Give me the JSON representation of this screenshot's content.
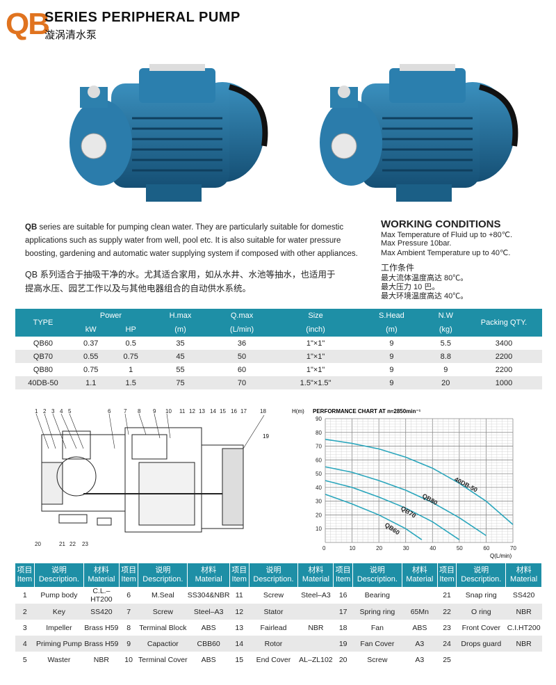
{
  "header": {
    "logo": "QB",
    "series": "SERIES PERIPHERAL PUMP",
    "cn_title": "漩涡清水泵"
  },
  "description": {
    "en_lead": "QB",
    "en_lines": [
      " series are suitable for pumping clean water. They are particularly suitable for domestic",
      "applications such as supply water from well, pool etc. It is also suitable for water pressure",
      "boosting, gardening and automatic water supplying system if composed with other appliances."
    ],
    "cn_lines": [
      "QB 系列适合于抽吸干净的水。尤其适合家用，如从水井、水池等抽水，也适用于",
      "提高水压、园艺工作以及与其他电器组合的自动供水系统。"
    ]
  },
  "working_conditions": {
    "title": "WORKING CONDITIONS",
    "lines": [
      "Max Temperature of Fluid up to +80℃.",
      "Max Pressure 10bar.",
      "Max Ambient Temperature up to 40℃."
    ],
    "cn_title": "工作条件",
    "cn_lines": [
      "最大流体温度高达 80℃。",
      "最大压力 10 巴。",
      "最大环境温度高达 40℃。"
    ]
  },
  "spec_table": {
    "headers": {
      "type": "TYPE",
      "power": "Power",
      "kw": "kW",
      "hp": "HP",
      "hmax": "H.max",
      "hmax_unit": "(m)",
      "qmax": "Q.max",
      "qmax_unit": "(L/min)",
      "size": "Size",
      "size_unit": "(inch)",
      "shead": "S.Head",
      "shead_unit": "(m)",
      "nw": "N.W",
      "nw_unit": "(kg)",
      "packing": "Packing QTY."
    },
    "rows": [
      [
        "QB60",
        "0.37",
        "0.5",
        "35",
        "36",
        "1\"×1\"",
        "9",
        "5.5",
        "3400"
      ],
      [
        "QB70",
        "0.55",
        "0.75",
        "45",
        "50",
        "1\"×1\"",
        "9",
        "8.8",
        "2200"
      ],
      [
        "QB80",
        "0.75",
        "1",
        "55",
        "60",
        "1\"×1\"",
        "9",
        "9",
        "2200"
      ],
      [
        "40DB-50",
        "1.1",
        "1.5",
        "75",
        "70",
        "1.5\"×1.5\"",
        "9",
        "20",
        "1000"
      ]
    ]
  },
  "diagram": {
    "top_numbers": [
      "1",
      "2",
      "3",
      "4",
      "5",
      "6",
      "7",
      "8",
      "9",
      "10",
      "11",
      "12",
      "13",
      "14",
      "15",
      "16",
      "17",
      "18"
    ],
    "side_number": "19",
    "bottom_numbers": [
      "20",
      "21",
      "22",
      "23"
    ]
  },
  "chart_data": {
    "type": "line",
    "title": "PERFORMANCE CHART AT n≈2850min⁻¹",
    "xlabel": "Q(L/min)",
    "ylabel": "H(m)",
    "xlim": [
      0,
      70
    ],
    "ylim": [
      0,
      90
    ],
    "x_ticks": [
      "0",
      "10",
      "20",
      "30",
      "40",
      "50",
      "60",
      "70"
    ],
    "y_ticks": [
      "10",
      "20",
      "30",
      "40",
      "50",
      "60",
      "70",
      "80",
      "90"
    ],
    "grid": true,
    "series": [
      {
        "name": "QB60",
        "x": [
          0,
          10,
          20,
          30,
          36
        ],
        "y": [
          35,
          28,
          20,
          10,
          2
        ]
      },
      {
        "name": "QB70",
        "x": [
          0,
          10,
          20,
          30,
          40,
          50
        ],
        "y": [
          45,
          40,
          33,
          25,
          15,
          2
        ]
      },
      {
        "name": "QB80",
        "x": [
          0,
          10,
          20,
          30,
          40,
          50,
          60
        ],
        "y": [
          55,
          51,
          45,
          38,
          29,
          18,
          5
        ]
      },
      {
        "name": "40DB-50",
        "x": [
          0,
          10,
          20,
          30,
          40,
          50,
          60,
          70
        ],
        "y": [
          75,
          72,
          68,
          62,
          54,
          43,
          30,
          13
        ]
      }
    ]
  },
  "parts_table": {
    "headers": {
      "no_cn": "项目",
      "no_en": "Item",
      "desc_cn": "说明",
      "desc_en": "Description.",
      "mat_cn": "材料",
      "mat_en": "Material"
    },
    "rows": [
      [
        "1",
        "Pump body",
        "C.L.–HT200",
        "6",
        "M.Seal",
        "SS304&NBR",
        "11",
        "Screw",
        "Steel–A3",
        "16",
        "Bearing",
        "",
        "21",
        "Snap ring",
        "SS420"
      ],
      [
        "2",
        "Key",
        "SS420",
        "7",
        "Screw",
        "Steel–A3",
        "12",
        "Stator",
        "",
        "17",
        "Spring ring",
        "65Mn",
        "22",
        "O ring",
        "NBR"
      ],
      [
        "3",
        "Impeller",
        "Brass H59",
        "8",
        "Terminal Block",
        "ABS",
        "13",
        "Fairlead",
        "NBR",
        "18",
        "Fan",
        "ABS",
        "23",
        "Front Cover",
        "C.I.HT200"
      ],
      [
        "4",
        "Priming Pump",
        "Brass H59",
        "9",
        "Capactior",
        "CBB60",
        "14",
        "Rotor",
        "",
        "19",
        "Fan Cover",
        "A3",
        "24",
        "Drops guard",
        "NBR"
      ],
      [
        "5",
        "Waster",
        "NBR",
        "10",
        "Terminal Cover",
        "ABS",
        "15",
        "End Cover",
        "AL–ZL102",
        "20",
        "Screw",
        "A3",
        "25",
        "",
        ""
      ]
    ]
  },
  "colors": {
    "header_teal": "#1e8fa6",
    "logo_orange": "#e0731f",
    "pump_blue": "#1f6f9a",
    "curve_teal": "#2aa6bc"
  }
}
